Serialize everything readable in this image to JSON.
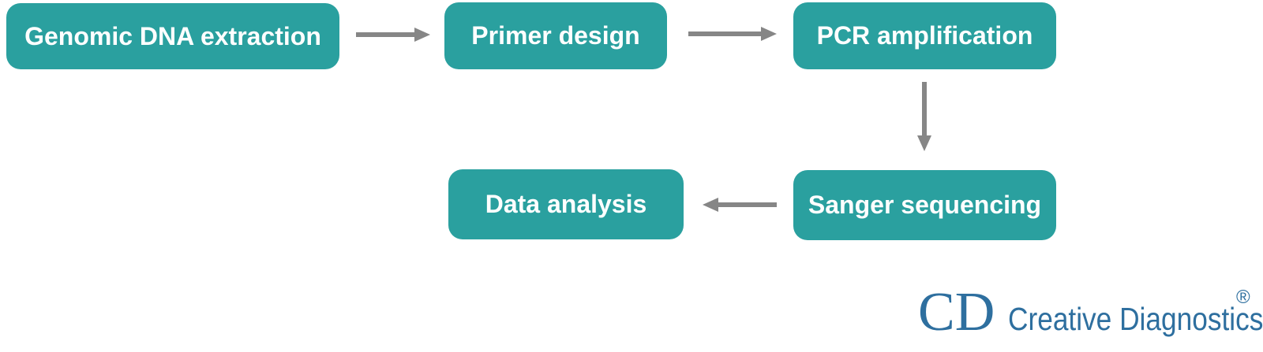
{
  "diagram": {
    "type": "flowchart",
    "steps": [
      {
        "id": "genomic-dna-extraction",
        "label": "Genomic DNA extraction"
      },
      {
        "id": "primer-design",
        "label": "Primer design"
      },
      {
        "id": "pcr-amplification",
        "label": "PCR amplification"
      },
      {
        "id": "sanger-sequencing",
        "label": "Sanger sequencing"
      },
      {
        "id": "data-analysis",
        "label": "Data analysis"
      }
    ],
    "edges": [
      {
        "from": "genomic-dna-extraction",
        "to": "primer-design",
        "direction": "right"
      },
      {
        "from": "primer-design",
        "to": "pcr-amplification",
        "direction": "right"
      },
      {
        "from": "pcr-amplification",
        "to": "sanger-sequencing",
        "direction": "down"
      },
      {
        "from": "sanger-sequencing",
        "to": "data-analysis",
        "direction": "left"
      }
    ]
  },
  "logo": {
    "monogram": "CD",
    "name": "Creative Diagnostics",
    "registered": "®"
  },
  "colors": {
    "node_fill": "#2aa09f",
    "node_text": "#ffffff",
    "arrow": "#868686",
    "logo_blue": "#2e6f9f",
    "background": "#ffffff"
  }
}
